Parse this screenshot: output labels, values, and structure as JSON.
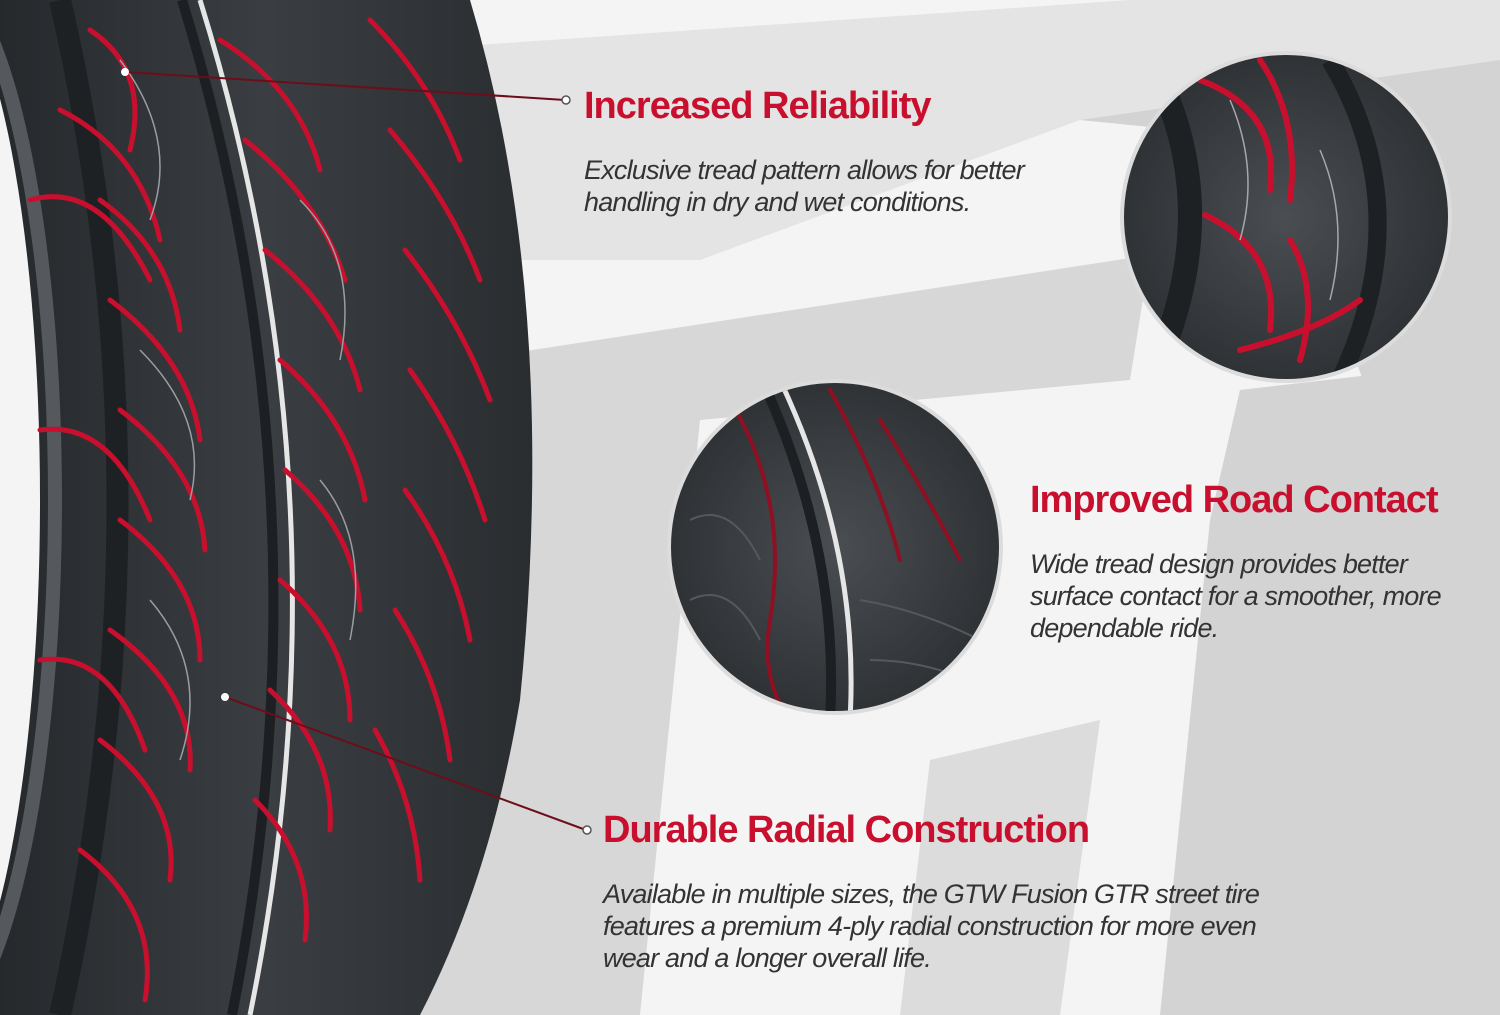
{
  "colors": {
    "accent_red": "#c8102e",
    "tire_dark": "#2e3134",
    "background": "#f4f4f4",
    "chevron_gray": "#d3d3d3",
    "text_gray": "#333333"
  },
  "features": [
    {
      "title": "Increased Reliability",
      "description": "Exclusive tread pattern allows for better handling in dry and wet conditions."
    },
    {
      "title": "Improved Road Contact",
      "description": "Wide tread design provides better surface contact for a smoother, more dependable ride."
    },
    {
      "title": "Durable Radial Construction",
      "description": "Available in multiple sizes, the GTW Fusion GTR street tire features a premium 4-ply radial construction for more even wear and a longer overall life."
    }
  ]
}
